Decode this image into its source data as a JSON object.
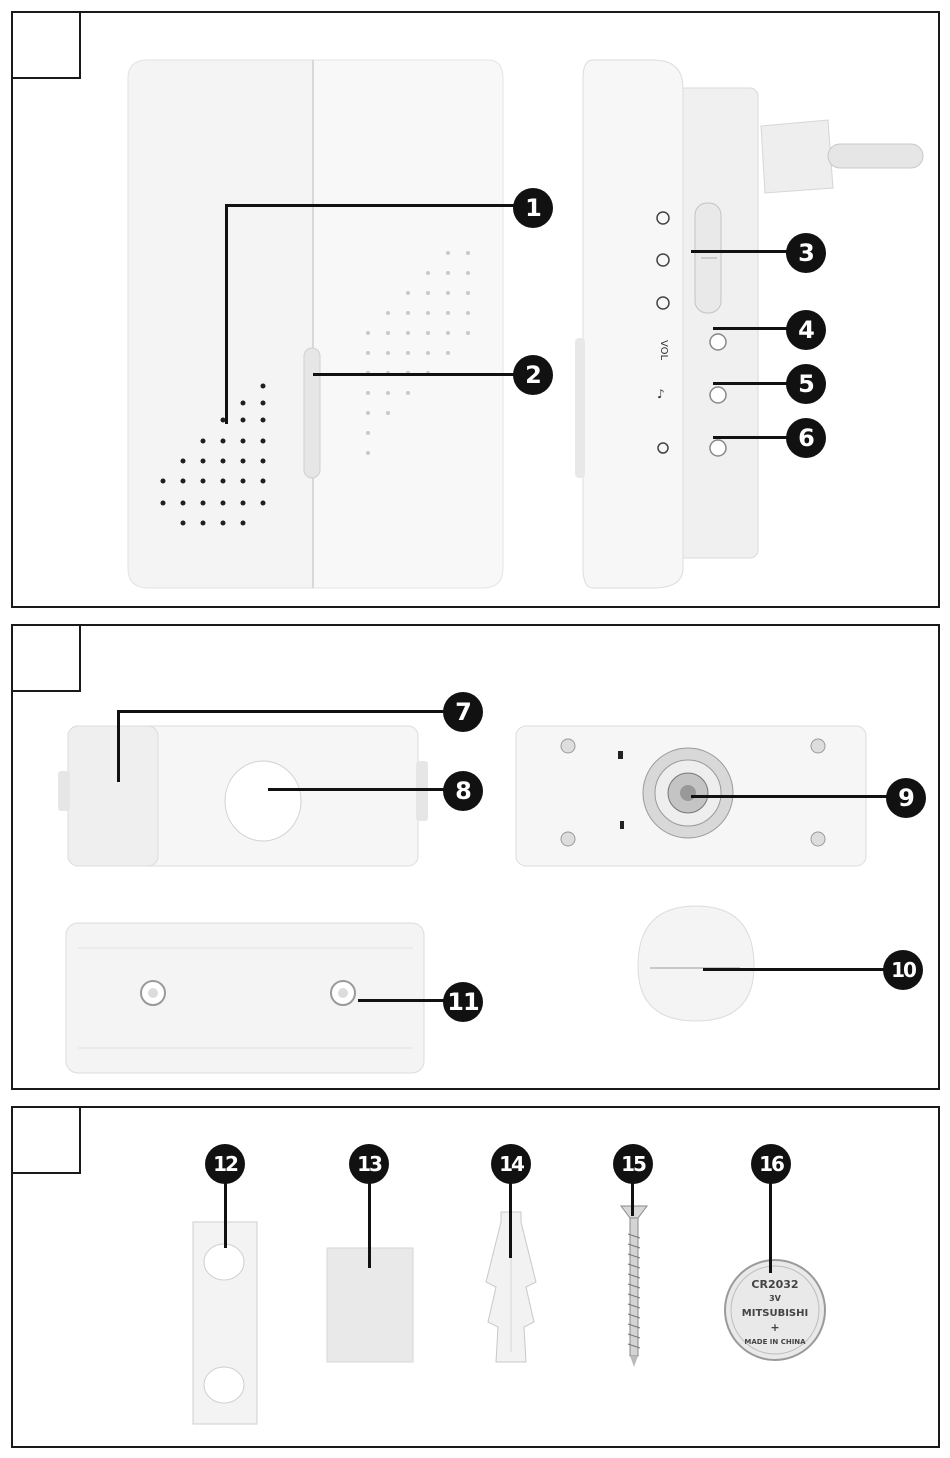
{
  "figures": [
    {
      "id": "figure-a",
      "label": ""
    },
    {
      "id": "figure-b",
      "label": ""
    },
    {
      "id": "figure-c",
      "label": ""
    }
  ],
  "callouts": {
    "c1": "1",
    "c2": "2",
    "c3": "3",
    "c4": "4",
    "c5": "5",
    "c6": "6",
    "c7": "7",
    "c8": "8",
    "c9": "9",
    "c10": "10",
    "c11": "11",
    "c12": "12",
    "c13": "13",
    "c14": "14",
    "c15": "15",
    "c16": "16"
  },
  "battery": {
    "model": "CR2032",
    "voltage": "3V",
    "brand": "MITSUBISHI",
    "origin": "MADE IN CHINA",
    "polarity": "+"
  },
  "colors": {
    "ink": "#111111",
    "device": "#f3f3f3",
    "device_shadow": "#dcdcdc"
  }
}
